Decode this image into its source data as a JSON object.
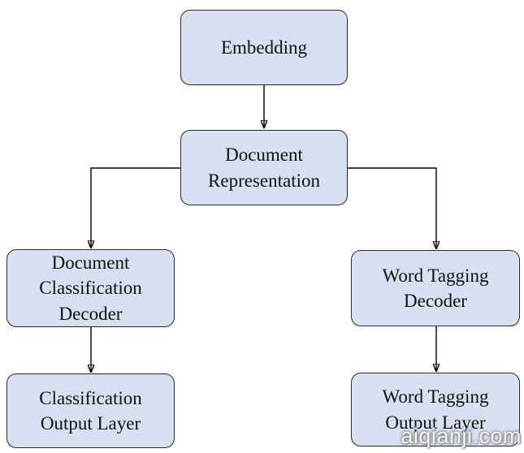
{
  "diagram": {
    "nodes": [
      {
        "id": "embedding",
        "label": "Embedding"
      },
      {
        "id": "document-representation",
        "label": "Document Representation"
      },
      {
        "id": "document-classification-decoder",
        "label": "Document Classification Decoder"
      },
      {
        "id": "word-tagging-decoder",
        "label": "Word Tagging Decoder"
      },
      {
        "id": "classification-output-layer",
        "label": "Classification Output Layer"
      },
      {
        "id": "word-tagging-output-layer",
        "label": "Word Tagging Output Layer"
      }
    ],
    "edges": [
      {
        "from": "embedding",
        "to": "document-representation"
      },
      {
        "from": "document-representation",
        "to": "document-classification-decoder"
      },
      {
        "from": "document-representation",
        "to": "word-tagging-decoder"
      },
      {
        "from": "document-classification-decoder",
        "to": "classification-output-layer"
      },
      {
        "from": "word-tagging-decoder",
        "to": "word-tagging-output-layer"
      }
    ]
  },
  "watermark": {
    "text": "aiqianji.com"
  },
  "colors": {
    "node_fill": "#d6e0f1",
    "node_border": "#2a2a2a",
    "arrow": "#000000",
    "text": "#111111",
    "bg": "#ffffff"
  }
}
